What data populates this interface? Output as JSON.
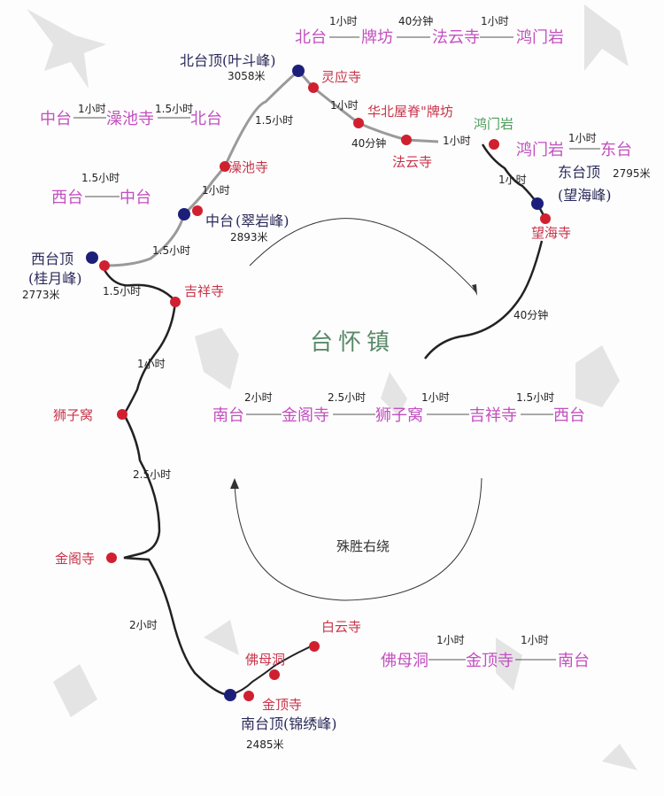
{
  "colors": {
    "route": "#222222",
    "path_north": "#999999",
    "peak": "#1c1f7a",
    "temple": "#d02030",
    "legend": "#c24fbf",
    "town": "#5a8a6a"
  },
  "town": "台怀镇",
  "loop_label": "殊胜右绕",
  "legends": {
    "north": {
      "stops": [
        "北台",
        "牌坊",
        "法云寺",
        "鸿门岩"
      ],
      "times": [
        "1小时",
        "40分钟",
        "1小时"
      ]
    },
    "central": {
      "stops": [
        "中台",
        "澡池寺",
        "北台"
      ],
      "times": [
        "1小时",
        "1.5小时"
      ]
    },
    "west": {
      "stops": [
        "西台",
        "中台"
      ],
      "times": [
        "1.5小时"
      ]
    },
    "east": {
      "stops": [
        "鸿门岩",
        "东台"
      ],
      "times": [
        "1小时"
      ]
    },
    "south_west": {
      "stops": [
        "南台",
        "金阁寺",
        "狮子窝",
        "吉祥寺",
        "西台"
      ],
      "times": [
        "2小时",
        "2.5小时",
        "1小时",
        "1.5小时"
      ]
    },
    "south": {
      "stops": [
        "佛母洞",
        "金顶寺",
        "南台"
      ],
      "times": [
        "1小时",
        "1小时"
      ]
    }
  },
  "peaks": {
    "north": {
      "name": "北台顶(叶斗峰)",
      "elev": "3058米"
    },
    "central": {
      "name": "中台",
      "alt": "(翠岩峰)",
      "elev": "2893米"
    },
    "west": {
      "name": "西台顶",
      "alt": "(桂月峰)",
      "elev": "2773米"
    },
    "east": {
      "name": "东台顶",
      "alt": "(望海峰)",
      "elev": "2795米"
    },
    "south": {
      "name": "南台顶(锦绣峰)",
      "elev": "2485米"
    }
  },
  "temples": [
    "灵应寺",
    "华北屋脊\"牌坊",
    "法云寺",
    "鸿门岩",
    "望海寺",
    "澡池寺",
    "吉祥寺",
    "狮子窝",
    "金阁寺",
    "佛母洞",
    "金顶寺",
    "白云寺"
  ],
  "segment_times": [
    "1.5小时",
    "1小时",
    "40分钟",
    "1小时",
    "1小时",
    "40分钟",
    "1小时",
    "1.5小时",
    "1.5小时",
    "1小时",
    "2.5小时",
    "2小时"
  ]
}
